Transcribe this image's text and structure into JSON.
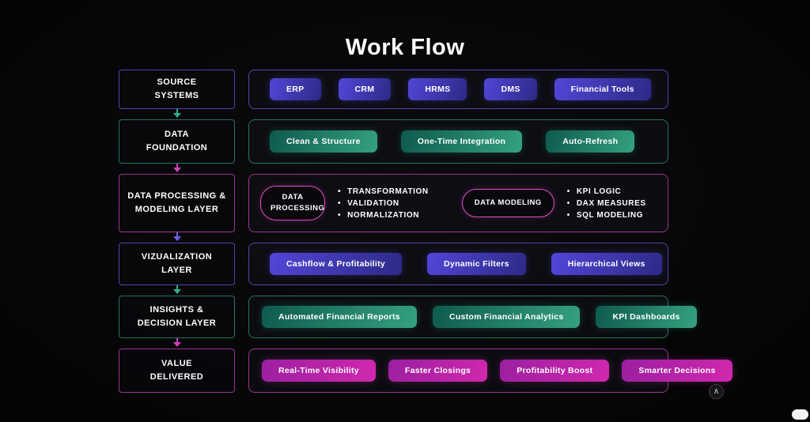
{
  "page": {
    "title": "Work Flow"
  },
  "colors": {
    "background": "#060607",
    "indigo_accent": "#5a50e0",
    "teal_accent": "#2fae8c",
    "magenta_accent": "#cf3fbc",
    "text": "#ffffff"
  },
  "rows": [
    {
      "stage": [
        "SOURCE",
        "SYSTEMS"
      ],
      "pills": [
        "ERP",
        "CRM",
        "HRMS",
        "DMS",
        "Financial Tools"
      ]
    },
    {
      "stage": [
        "DATA",
        "FOUNDATION"
      ],
      "pills": [
        "Clean & Structure",
        "One-Time Integration",
        "Auto-Refresh"
      ]
    },
    {
      "stage": [
        "DATA PROCESSING &",
        "MODELING LAYER"
      ],
      "groups": [
        {
          "label": "DATA PROCESSING",
          "bullets": [
            "TRANSFORMATION",
            "VALIDATION",
            "NORMALIZATION"
          ]
        },
        {
          "label": "DATA MODELING",
          "bullets": [
            "KPI LOGIC",
            "DAX MEASURES",
            "SQL MODELING"
          ]
        }
      ]
    },
    {
      "stage": [
        "VIZUALIZATION",
        "LAYER"
      ],
      "pills": [
        "Cashflow & Profitability",
        "Dynamic Filters",
        "Hierarchical Views"
      ]
    },
    {
      "stage": [
        "INSIGHTS &",
        "DECISION LAYER"
      ],
      "pills": [
        "Automated Financial Reports",
        "Custom Financial Analytics",
        "KPI Dashboards"
      ]
    },
    {
      "stage": [
        "VALUE",
        "DELIVERED"
      ],
      "pills": [
        "Real-Time Visibility",
        "Faster Closings",
        "Profitability Boost",
        "Smarter Decisions"
      ]
    }
  ],
  "icons": {
    "scroll_top": "∧"
  }
}
